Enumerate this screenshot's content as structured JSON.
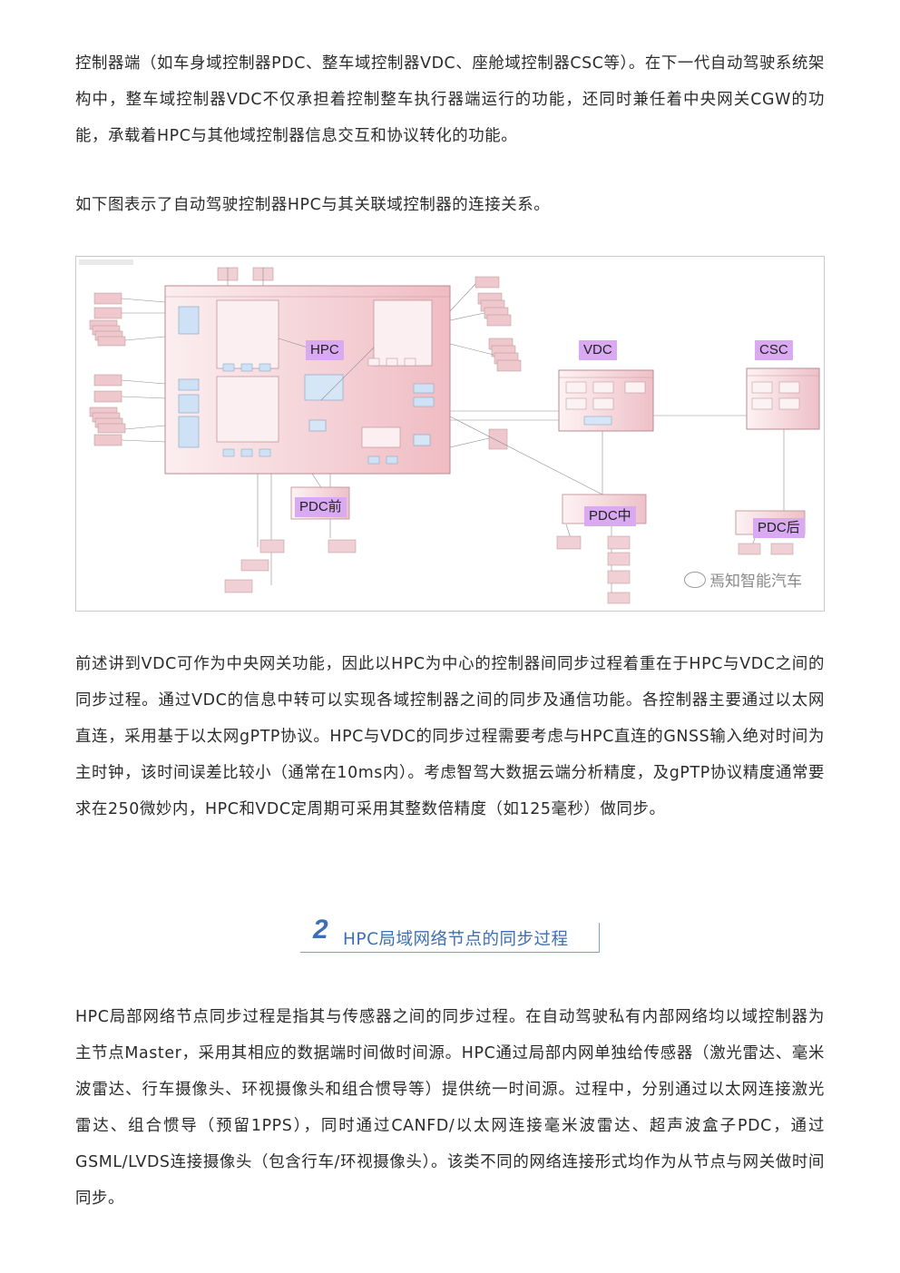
{
  "paragraphs": {
    "p1": "控制器端（如车身域控制器PDC、整车域控制器VDC、座舱域控制器CSC等）。在下一代自动驾驶系统架构中，整车域控制器VDC不仅承担着控制整车执行器端运行的功能，还同时兼任着中央网关CGW的功能，承载着HPC与其他域控制器信息交互和协议转化的功能。",
    "p2": "如下图表示了自动驾驶控制器HPC与其关联域控制器的连接关系。",
    "p3": "前述讲到VDC可作为中央网关功能，因此以HPC为中心的控制器间同步过程着重在于HPC与VDC之间的同步过程。通过VDC的信息中转可以实现各域控制器之间的同步及通信功能。各控制器主要通过以太网直连，采用基于以太网gPTP协议。HPC与VDC的同步过程需要考虑与HPC直连的GNSS输入绝对时间为主时钟，该时间误差比较小（通常在10ms内）。考虑智驾大数据云端分析精度，及gPTP协议精度通常要求在250微妙内，HPC和VDC定周期可采用其整数倍精度（如125毫秒）做同步。",
    "p4": "HPC局部网络节点同步过程是指其与传感器之间的同步过程。在自动驾驶私有内部网络均以域控制器为主节点Master，采用其相应的数据端时间做时间源。HPC通过局部内网单独给传感器（激光雷达、毫米波雷达、行车摄像头、环视摄像头和组合惯导等）提供统一时间源。过程中，分别通过以太网连接激光雷达、组合惯导（预留1PPS），同时通过CANFD/以太网连接毫米波雷达、超声波盒子PDC，通过GSML/LVDS连接摄像头（包含行车/环视摄像头）。该类不同的网络连接形式均作为从节点与网关做时间同步。"
  },
  "figure": {
    "labels": {
      "hpc": "HPC",
      "vdc": "VDC",
      "csc": "CSC",
      "pdc_front": "PDC前",
      "pdc_mid": "PDC中",
      "pdc_rear": "PDC后"
    },
    "watermark": "焉知智能汽车",
    "colors": {
      "controller_fill": "#f3c9cf",
      "controller_border": "#b88a90",
      "sensor_fill": "#eec8cc",
      "submodule_fill": "#cfe2f5",
      "label_bg": "#d9a9f2"
    }
  },
  "section": {
    "number": "2",
    "title": "HPC局域网络节点的同步过程",
    "accent": "#3d6fb6"
  }
}
